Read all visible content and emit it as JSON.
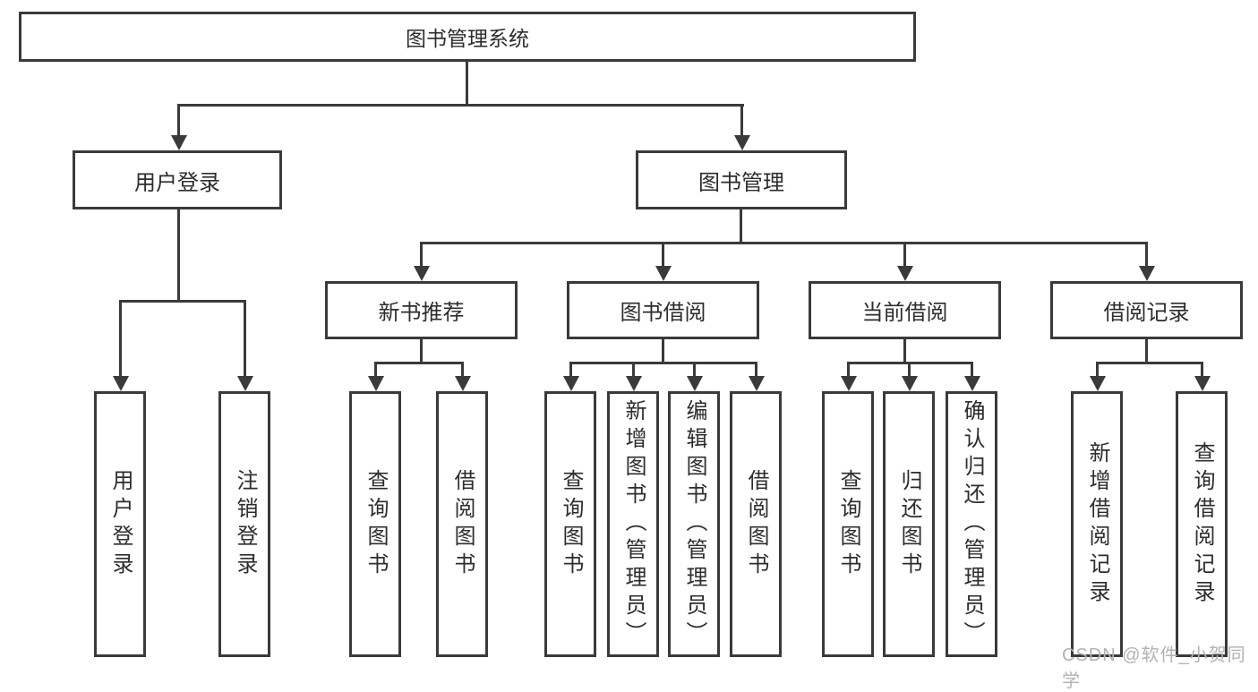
{
  "diagram": {
    "root": {
      "label": "图书管理系统"
    },
    "branches": [
      {
        "label": "用户登录",
        "children": [
          {
            "label": "用户登录"
          },
          {
            "label": "注销登录"
          }
        ]
      },
      {
        "label": "图书管理",
        "children": [
          {
            "label": "新书推荐",
            "children": [
              {
                "label": "查询图书"
              },
              {
                "label": "借阅图书"
              }
            ]
          },
          {
            "label": "图书借阅",
            "children": [
              {
                "label": "查询图书"
              },
              {
                "label": "新增图书（管理员）"
              },
              {
                "label": "编辑图书（管理员）"
              },
              {
                "label": "借阅图书"
              }
            ]
          },
          {
            "label": "当前借阅",
            "children": [
              {
                "label": "查询图书"
              },
              {
                "label": "归还图书"
              },
              {
                "label": "确认归还（管理员）"
              }
            ]
          },
          {
            "label": "借阅记录",
            "children": [
              {
                "label": "新增借阅记录"
              },
              {
                "label": "查询借阅记录"
              }
            ]
          }
        ]
      }
    ]
  },
  "watermark": "CSDN @软件_小贺同学",
  "colors": {
    "line": "#3a3a3a",
    "box_border": "#3a3a3a",
    "text": "#2d2d2d",
    "watermark": "#b2b2b2",
    "background": "#ffffff"
  }
}
